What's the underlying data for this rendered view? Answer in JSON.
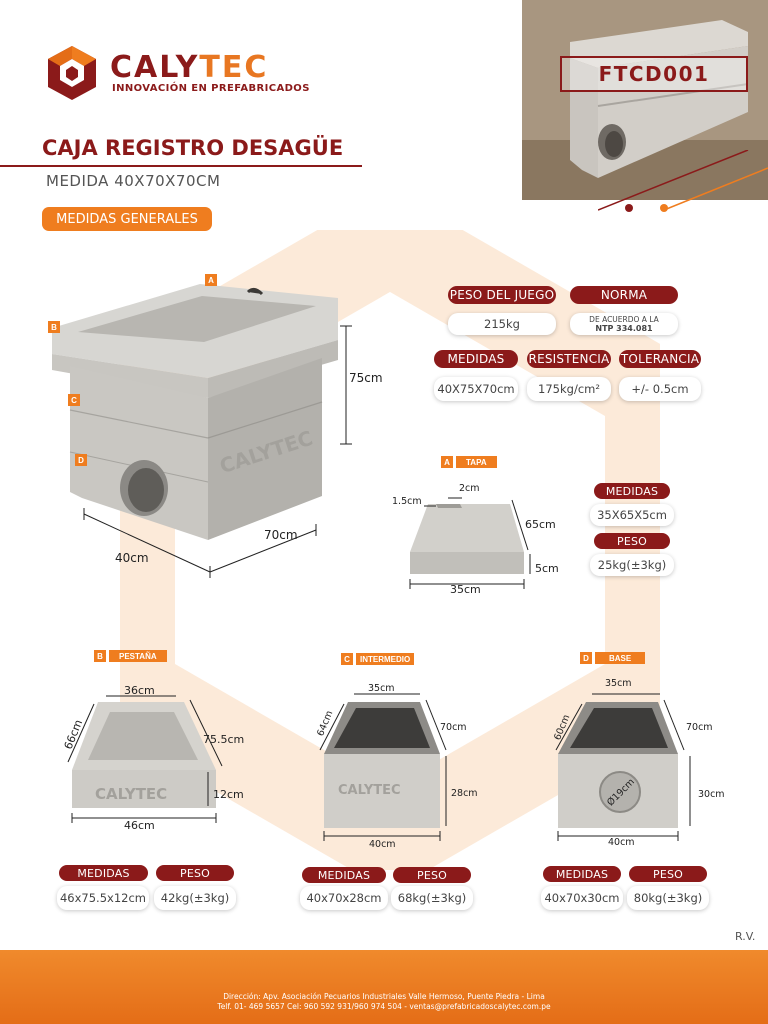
{
  "header": {
    "brand_main": "CALY",
    "brand_accent": "TEC",
    "tagline": "INNOVACIÓN EN PREFABRICADOS",
    "product_code": "FTCD001"
  },
  "product": {
    "title": "CAJA REGISTRO DESAGÜE",
    "subtitle": "MEDIDA 40X70X70CM",
    "section_label": "MEDIDAS GENERALES"
  },
  "main_diagram": {
    "labels": {
      "a": "A",
      "b": "B",
      "c": "C",
      "d": "D"
    },
    "height": "75cm",
    "depth": "70cm",
    "width": "40cm",
    "watermark": "CALYTEC"
  },
  "specs": {
    "peso_label": "PESO DEL JUEGO",
    "peso_value": "215kg",
    "norma_label": "NORMA",
    "norma_line1": "DE ACUERDO A LA",
    "norma_line2": "NTP 334.081",
    "medidas_label": "MEDIDAS",
    "medidas_value": "40X75X70cm",
    "resistencia_label": "RESISTENCIA",
    "resistencia_value": "175kg/cm²",
    "tolerancia_label": "TOLERANCIA",
    "tolerancia_value": "+/- 0.5cm"
  },
  "tapa": {
    "letter": "A",
    "name": "TAPA",
    "dim_notch_w": "2cm",
    "dim_notch_d": "1.5cm",
    "dim_length": "65cm",
    "dim_thickness": "5cm",
    "dim_width": "35cm",
    "medidas_label": "MEDIDAS",
    "medidas_value": "35X65X5cm",
    "peso_label": "PESO",
    "peso_value": "25kg(±3kg)"
  },
  "pestana": {
    "letter": "B",
    "name": "PESTAÑA",
    "dim_top": "36cm",
    "dim_side": "66cm",
    "dim_depth": "75.5cm",
    "dim_height": "12cm",
    "dim_width": "46cm",
    "watermark": "CALYTEC",
    "medidas_label": "MEDIDAS",
    "medidas_value": "46x75.5x12cm",
    "peso_label": "PESO",
    "peso_value": "42kg(±3kg)"
  },
  "intermedio": {
    "letter": "C",
    "name": "INTERMEDIO",
    "dim_top": "35cm",
    "dim_side": "64cm",
    "dim_depth": "70cm",
    "dim_height": "28cm",
    "dim_width": "40cm",
    "watermark": "CALYTEC",
    "medidas_label": "MEDIDAS",
    "medidas_value": "40x70x28cm",
    "peso_label": "PESO",
    "peso_value": "68kg(±3kg)"
  },
  "base": {
    "letter": "D",
    "name": "BASE",
    "dim_top": "35cm",
    "dim_side": "60cm",
    "dim_depth": "70cm",
    "dim_height": "30cm",
    "dim_width": "40cm",
    "dim_hole": "Ø19cm",
    "medidas_label": "MEDIDAS",
    "medidas_value": "40x70x30cm",
    "peso_label": "PESO",
    "peso_value": "80kg(±3kg)"
  },
  "footer": {
    "rv": "R.V.",
    "address": "Dirección: Apv. Asociación Pecuarios Industriales Valle Hermoso, Puente Piedra - Lima",
    "contact": "Telf. 01- 469 5657 Cel: 960 592 931/960 974 504 - ventas@prefabricadoscalytec.com.pe"
  },
  "colors": {
    "brand_red": "#8b1a1a",
    "brand_orange": "#ef7d1f"
  }
}
